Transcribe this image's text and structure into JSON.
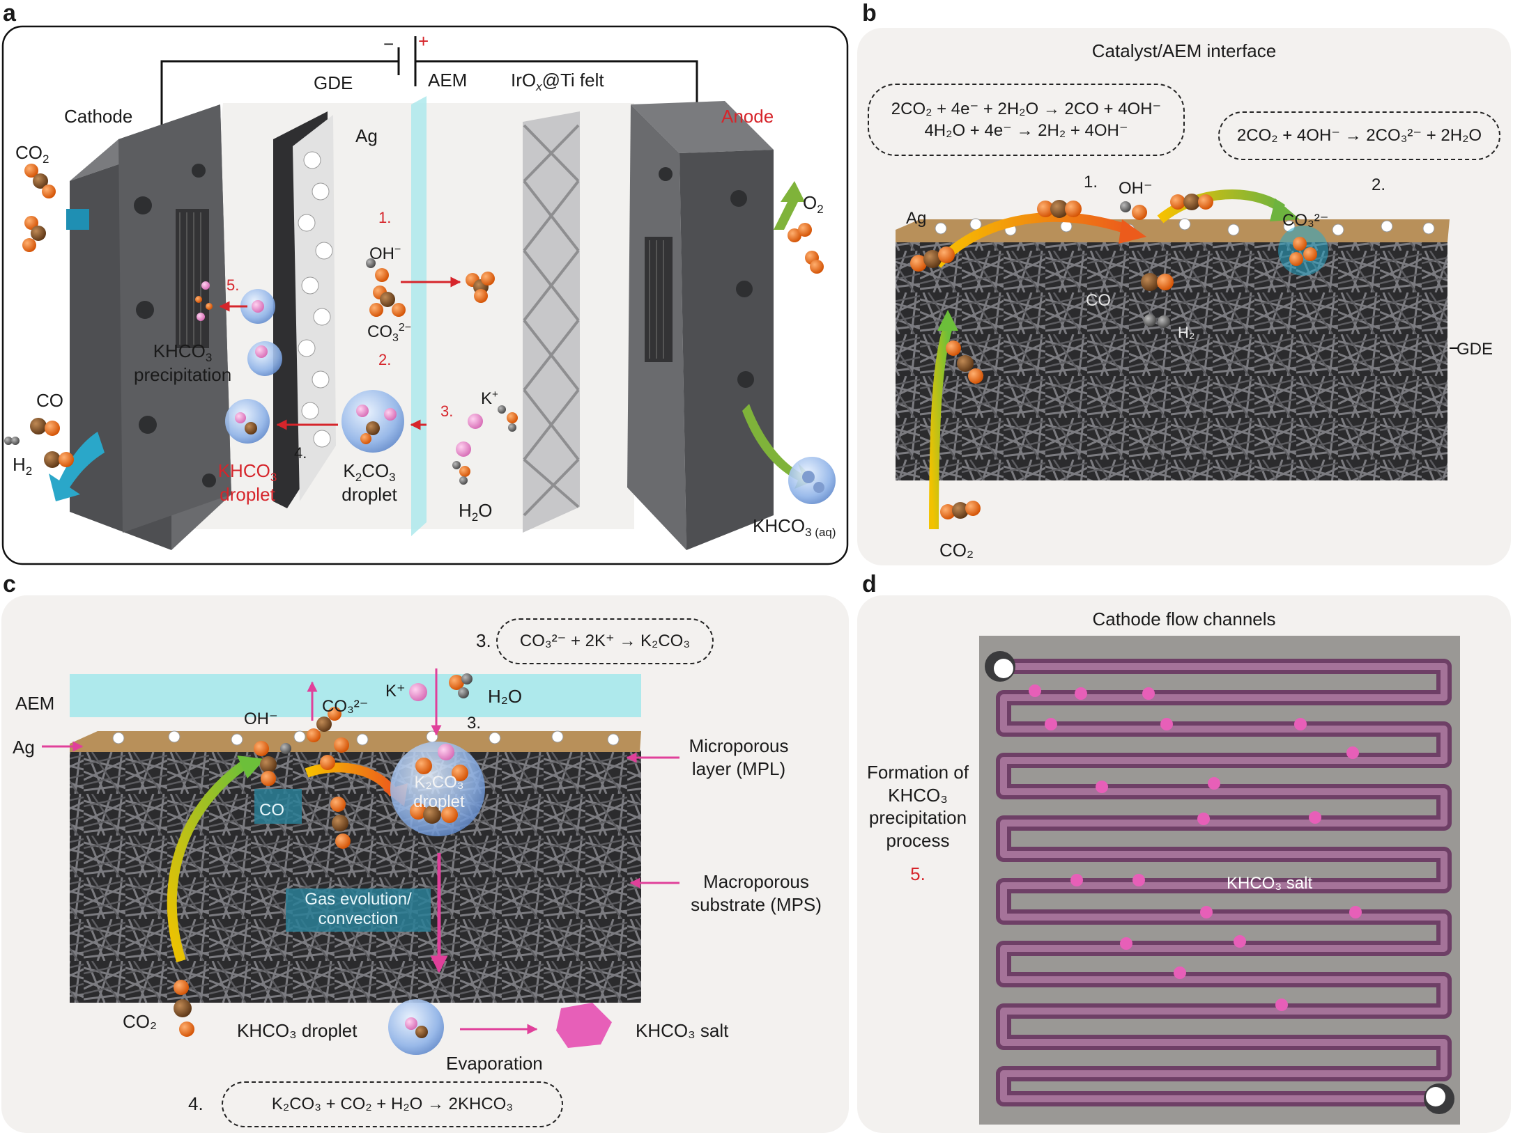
{
  "panel_a": {
    "label": "a",
    "gde": "GDE",
    "aem": "AEM",
    "irox_prefix": "IrO",
    "irox_sub": "x",
    "irox_suffix": "@Ti felt",
    "cathode": "Cathode",
    "anode": "Anode",
    "ag": "Ag",
    "co2": "CO",
    "co2_sub": "2",
    "o2": "O",
    "o2_sub": "2",
    "step1": "1.",
    "oh": "OH",
    "oh_sup": "−",
    "co3": "CO",
    "co3_sub": "3",
    "co3_sup": "2−",
    "step2": "2.",
    "step3": "3.",
    "kplus": "K",
    "kplus_sup": "+",
    "step4": "4.",
    "step5": "5.",
    "precip_1": "KHCO",
    "precip_1_sub": "3",
    "precip_2": "precipitation",
    "co": "CO",
    "h2": "H",
    "h2_sub": "2",
    "khco3_drop_1": "KHCO",
    "khco3_drop_1_sub": "3",
    "khco3_drop_2": "droplet",
    "k2co3_drop_1a": "K",
    "k2co3_drop_1_sub1": "2",
    "k2co3_drop_1b": "CO",
    "k2co3_drop_1_sub2": "3",
    "k2co3_drop_2": "droplet",
    "h2o": "H",
    "h2o_sub": "2",
    "h2o_tail": "O",
    "khco3_aq": "KHCO",
    "khco3_aq_sub": "3 (aq)",
    "minus": "−",
    "plus": "+"
  },
  "panel_b": {
    "label": "b",
    "title": "Catalyst/AEM interface",
    "eq1_line1": "2CO₂ + 4e⁻ + 2H₂O → 2CO + 4OH⁻",
    "eq1_line2": "4H₂O + 4e⁻ → 2H₂ + 4OH⁻",
    "eq2": "2CO₂ + 4OH⁻ → 2CO₃²⁻ + 2H₂O",
    "step1": "1.",
    "step2": "2.",
    "oh": "OH⁻",
    "co3": "CO₃²⁻",
    "ag": "Ag",
    "co": "CO",
    "h2": "H₂",
    "gde": "GDE",
    "co2": "CO₂"
  },
  "panel_c": {
    "label": "c",
    "eq3_num": "3.",
    "eq3": "CO₃²⁻ + 2K⁺ → K₂CO₃",
    "aem": "AEM",
    "ag": "Ag",
    "oh": "OH⁻",
    "co3": "CO₃²⁻",
    "kplus": "K⁺",
    "h2o": "H₂O",
    "step3": "3.",
    "mpl_1": "Microporous",
    "mpl_2": "layer (MPL)",
    "co": "CO",
    "k2co3_1": "K₂CO₃",
    "k2co3_2": "droplet",
    "gas_1": "Gas evolution/",
    "gas_2": "convection",
    "mps_1": "Macroporous",
    "mps_2": "substrate (MPS)",
    "co2": "CO₂",
    "khco3_droplet": "KHCO₃ droplet",
    "khco3_salt": "KHCO₃ salt",
    "evaporation": "Evaporation",
    "eq4_num": "4.",
    "eq4": "K₂CO₃ + CO₂ + H₂O → 2KHCO₃"
  },
  "panel_d": {
    "label": "d",
    "title": "Cathode flow channels",
    "formation_1": "Formation of",
    "formation_2": "KHCO₃",
    "formation_3": "precipitation",
    "formation_4": "process",
    "step5": "5.",
    "salt": "KHCO₃ salt"
  },
  "colors": {
    "red_label": "#d6252b",
    "magenta_arrow": "#e0409a",
    "teal_arrow": "#2aa7c9",
    "green_arrow": "#7fb33a",
    "plate_gray": "#5d5e61",
    "panel_bg": "#f3f1ef",
    "channel_purple": "#86507e",
    "salt_pink": "#e75fb8",
    "co2_carbon": "#7a4b24",
    "oxygen_orange": "#f06a10",
    "potassium_pink": "#f08fd0",
    "aem_cyan": "#aee9ec"
  }
}
